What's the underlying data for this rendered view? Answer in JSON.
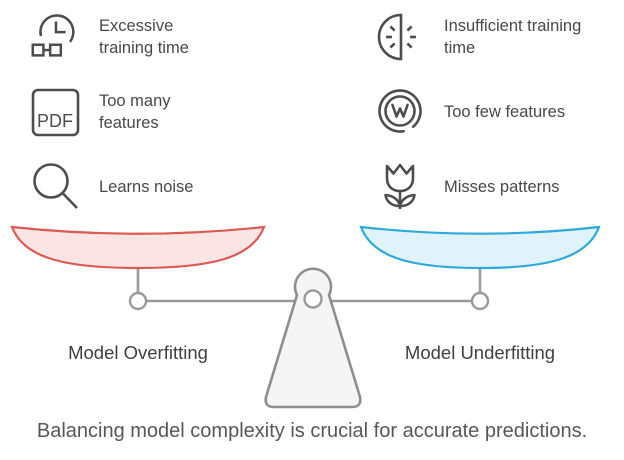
{
  "left_items": [
    {
      "icon": "clock-connector-icon",
      "label": "Excessive training time"
    },
    {
      "icon": "pdf-icon",
      "icon_text": "PDF",
      "label": "Too many features"
    },
    {
      "icon": "magnifier-icon",
      "label": "Learns noise"
    }
  ],
  "right_items": [
    {
      "icon": "half-clock-icon",
      "label": "Insufficient training time"
    },
    {
      "icon": "w-spiral-icon",
      "label": "Too few features"
    },
    {
      "icon": "tulip-icon",
      "label": "Misses patterns"
    }
  ],
  "scale": {
    "left_label": "Model Overfitting",
    "right_label": "Model Underfitting"
  },
  "caption": "Balancing model complexity is crucial for accurate predictions.",
  "colors": {
    "overfitting_stroke": "#db5a54",
    "overfitting_fill": "#fbe5e4",
    "underfitting_stroke": "#2fa9dc",
    "underfitting_fill": "#e0f3fa",
    "beam_gray": "#9a9a9a",
    "fulcrum_fill": "#f5f5f5",
    "fulcrum_stroke": "#8e8e8e"
  }
}
